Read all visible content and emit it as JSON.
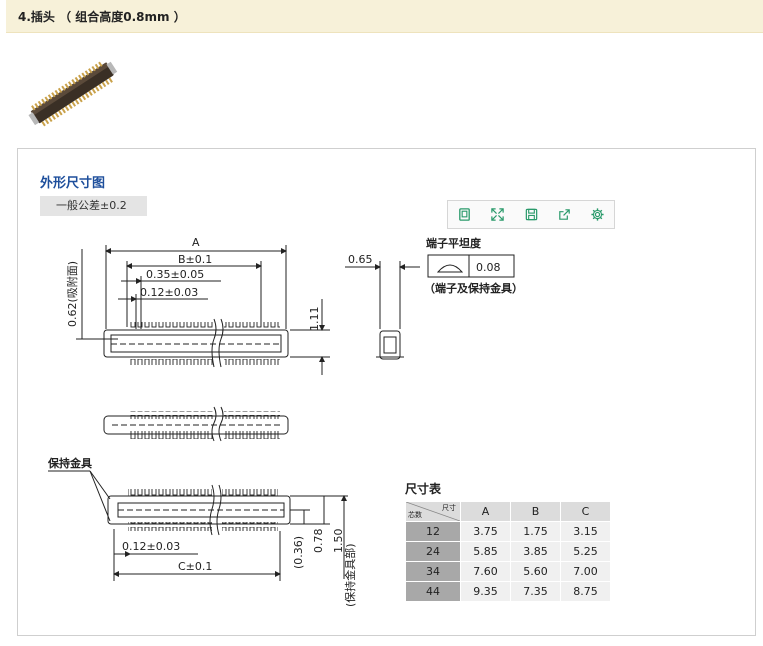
{
  "header": {
    "title": "4.插头 （ 组合高度0.8mm ）"
  },
  "panel": {
    "section_title": "外形尺寸图",
    "tolerance_label": "一般公差±0.2",
    "toolbar": [
      {
        "icon": "copy-icon"
      },
      {
        "icon": "fullscreen-icon"
      },
      {
        "icon": "save-icon"
      },
      {
        "icon": "share-icon"
      },
      {
        "icon": "gear-icon"
      }
    ]
  },
  "drawing": {
    "dim_a": "A",
    "dim_b": "B±0.1",
    "dim_pitch": "0.35±0.05",
    "dim_offset": "0.12±0.03",
    "dim_vacuum": "0.62(吸附面)",
    "dim_height": "1.11",
    "dim_side": "0.65",
    "flatness_label": "端子平坦度",
    "flatness_value": "0.08",
    "flatness_note": "（端子及保持金具）",
    "holder_label": "保持金具",
    "dim_offset2": "0.12±0.03",
    "dim_c": "C±0.1",
    "dim_036": "(0.36)",
    "dim_078": "0.78",
    "dim_150": "1.50",
    "dim_holder": "(保持金具部)"
  },
  "size_table": {
    "title": "尺寸表",
    "corner_top": "尺寸",
    "corner_bottom": "芯数",
    "columns": [
      "A",
      "B",
      "C"
    ],
    "rows": [
      {
        "cores": "12",
        "A": "3.75",
        "B": "1.75",
        "C": "3.15"
      },
      {
        "cores": "24",
        "A": "5.85",
        "B": "3.85",
        "C": "5.25"
      },
      {
        "cores": "34",
        "A": "7.60",
        "B": "5.60",
        "C": "7.00"
      },
      {
        "cores": "44",
        "A": "9.35",
        "B": "7.35",
        "C": "8.75"
      }
    ]
  }
}
